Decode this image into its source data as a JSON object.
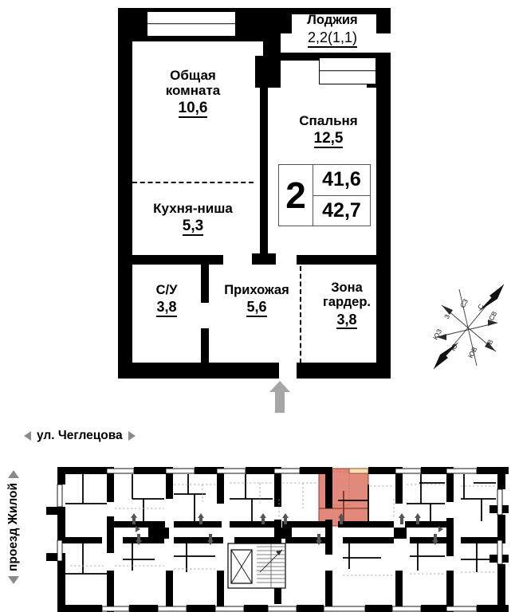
{
  "apartment": {
    "rooms": [
      {
        "id": "living-room",
        "name": "Общая\nкомната",
        "name_line1": "Общая",
        "name_line2": "комната",
        "area": "10,6"
      },
      {
        "id": "bedroom",
        "name": "Спальня",
        "area": "12,5"
      },
      {
        "id": "kitchen-niche",
        "name": "Кухня-ниша",
        "area": "5,3"
      },
      {
        "id": "bathroom",
        "name": "С/У",
        "area": "3,8"
      },
      {
        "id": "hallway",
        "name": "Прихожая",
        "area": "5,6"
      },
      {
        "id": "wardrobe",
        "name_line1": "Зона",
        "name_line2": "гардер.",
        "area": "3,8"
      }
    ],
    "loggia": {
      "name": "Лоджия",
      "area": "2,2(1,1)"
    },
    "summary": {
      "rooms_count": "2",
      "area_total": "41,6",
      "area_alt": "42,7"
    },
    "entrance_icon": "up-arrow-icon"
  },
  "compass": {
    "icon": "compass-rose-icon",
    "labels": {
      "n": "С",
      "ne": "СВ",
      "e": "В",
      "se": "ЮВ",
      "s": "Ю",
      "sw": "ЮЗ",
      "w": "З",
      "nw": "СЗ"
    }
  },
  "site": {
    "street_top": "ул. Чеглецова",
    "street_left": "проезд Жилой",
    "marker_left_icon": "triangle-left-icon",
    "marker_right_icon": "triangle-right-icon",
    "marker_up_icon": "triangle-up-icon",
    "marker_down_icon": "triangle-down-icon"
  },
  "building_plan": {
    "highlight_color": "#E2897C",
    "highlight_stroke": "#8B3A2E",
    "wall_color": "#000000",
    "thin_wall_color": "#000000"
  },
  "colors": {
    "wall": "#000000",
    "paper": "#FFFFFF",
    "arrow_gray": "#A6A6A6",
    "marker_gray": "#8A8A8A",
    "highlight": "#E2897C"
  }
}
